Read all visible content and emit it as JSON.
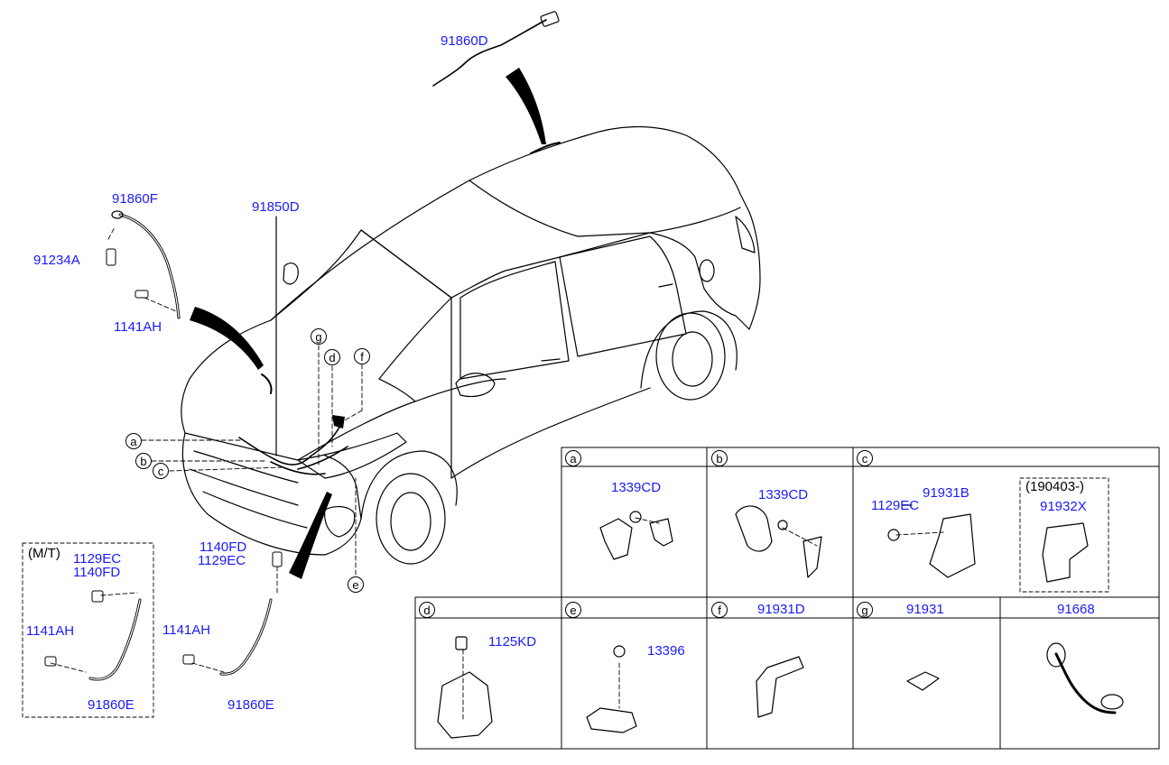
{
  "colors": {
    "part_label": "#1a1aff",
    "line": "#000000",
    "background": "#ffffff"
  },
  "labels": {
    "p91860D": "91860D",
    "p91860F": "91860F",
    "p91850D": "91850D",
    "p91234A": "91234A",
    "p1141AH_top": "1141AH",
    "p1140FD_main": "1140FD",
    "p1129EC_main": "1129EC",
    "p1141AH_main": "1141AH",
    "p91860E_main": "91860E",
    "mt_title": "(M/T)",
    "mt_1129EC": "1129EC",
    "mt_1140FD": "1140FD",
    "mt_1141AH": "1141AH",
    "mt_91860E": "91860E"
  },
  "callouts": {
    "a": "a",
    "b": "b",
    "c": "c",
    "d": "d",
    "e": "e",
    "f": "f",
    "g": "g"
  },
  "detail_a": {
    "letter": "a",
    "part": "1339CD"
  },
  "detail_b": {
    "letter": "b",
    "part": "1339CD"
  },
  "detail_c": {
    "letter": "c",
    "part_bolt": "1129EC",
    "part_bracket": "91931B",
    "date_range": "(190403-)",
    "part_new": "91932X"
  },
  "detail_d": {
    "letter": "d",
    "part": "1125KD"
  },
  "detail_e": {
    "letter": "e",
    "part": "13396"
  },
  "detail_f": {
    "letter": "f",
    "part": "91931D"
  },
  "detail_g": {
    "letter": "g",
    "part": "91931"
  },
  "detail_h": {
    "part": "91668"
  }
}
